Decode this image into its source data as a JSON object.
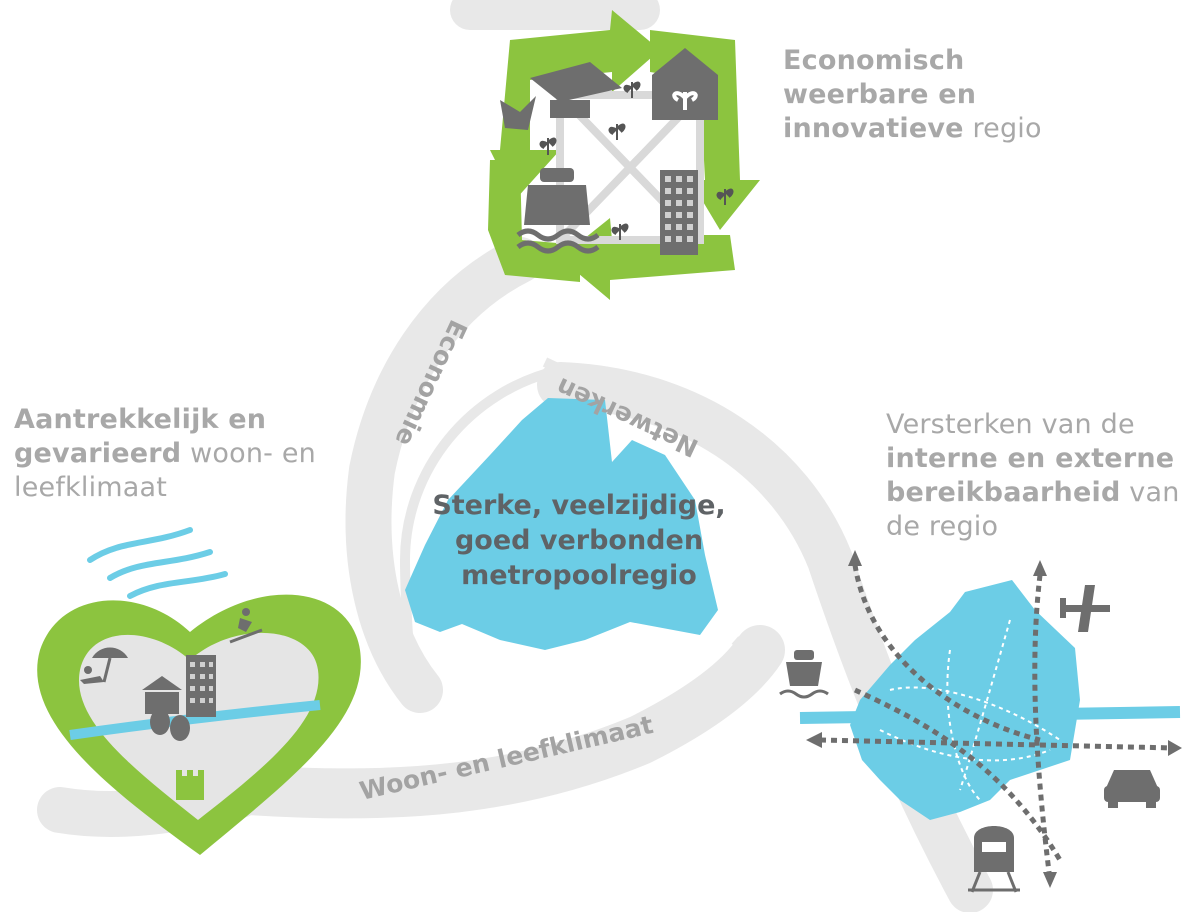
{
  "colors": {
    "green": "#8cc43f",
    "blue": "#6ccde6",
    "grey_band": "#e8e8e8",
    "icon_grey": "#6e6e6e",
    "text_grey": "#a8a8a8",
    "center_text": "#5f6366"
  },
  "labels": {
    "econ": {
      "bold": "Economisch weerbare en innovatieve",
      "normal": "regio"
    },
    "wonen": {
      "bold": "Aantrekkelijk en gevarieerd",
      "normal": "woon- en leefklimaat"
    },
    "bereik": {
      "pre": "Versterken van de",
      "bold": "interne en externe bereikbaarheid",
      "post": "van de regio"
    },
    "center": "Sterke, veelzijdige, goed verbonden metropoolregio"
  },
  "flows": {
    "economie": "Economie",
    "netwerken": "Netwerken",
    "wonen": "Woon- en leefklimaat"
  },
  "icons": [
    "recycle-arrows-icon",
    "graduation-cap-icon",
    "greenhouse-icon",
    "ship-icon",
    "office-tower-icon",
    "sprout-icon",
    "heart-icon",
    "museum-icon",
    "apartment-icon",
    "theatre-masks-icon",
    "castle-icon",
    "beach-icon",
    "skier-icon",
    "plane-icon",
    "car-icon",
    "train-icon",
    "ferry-icon"
  ]
}
